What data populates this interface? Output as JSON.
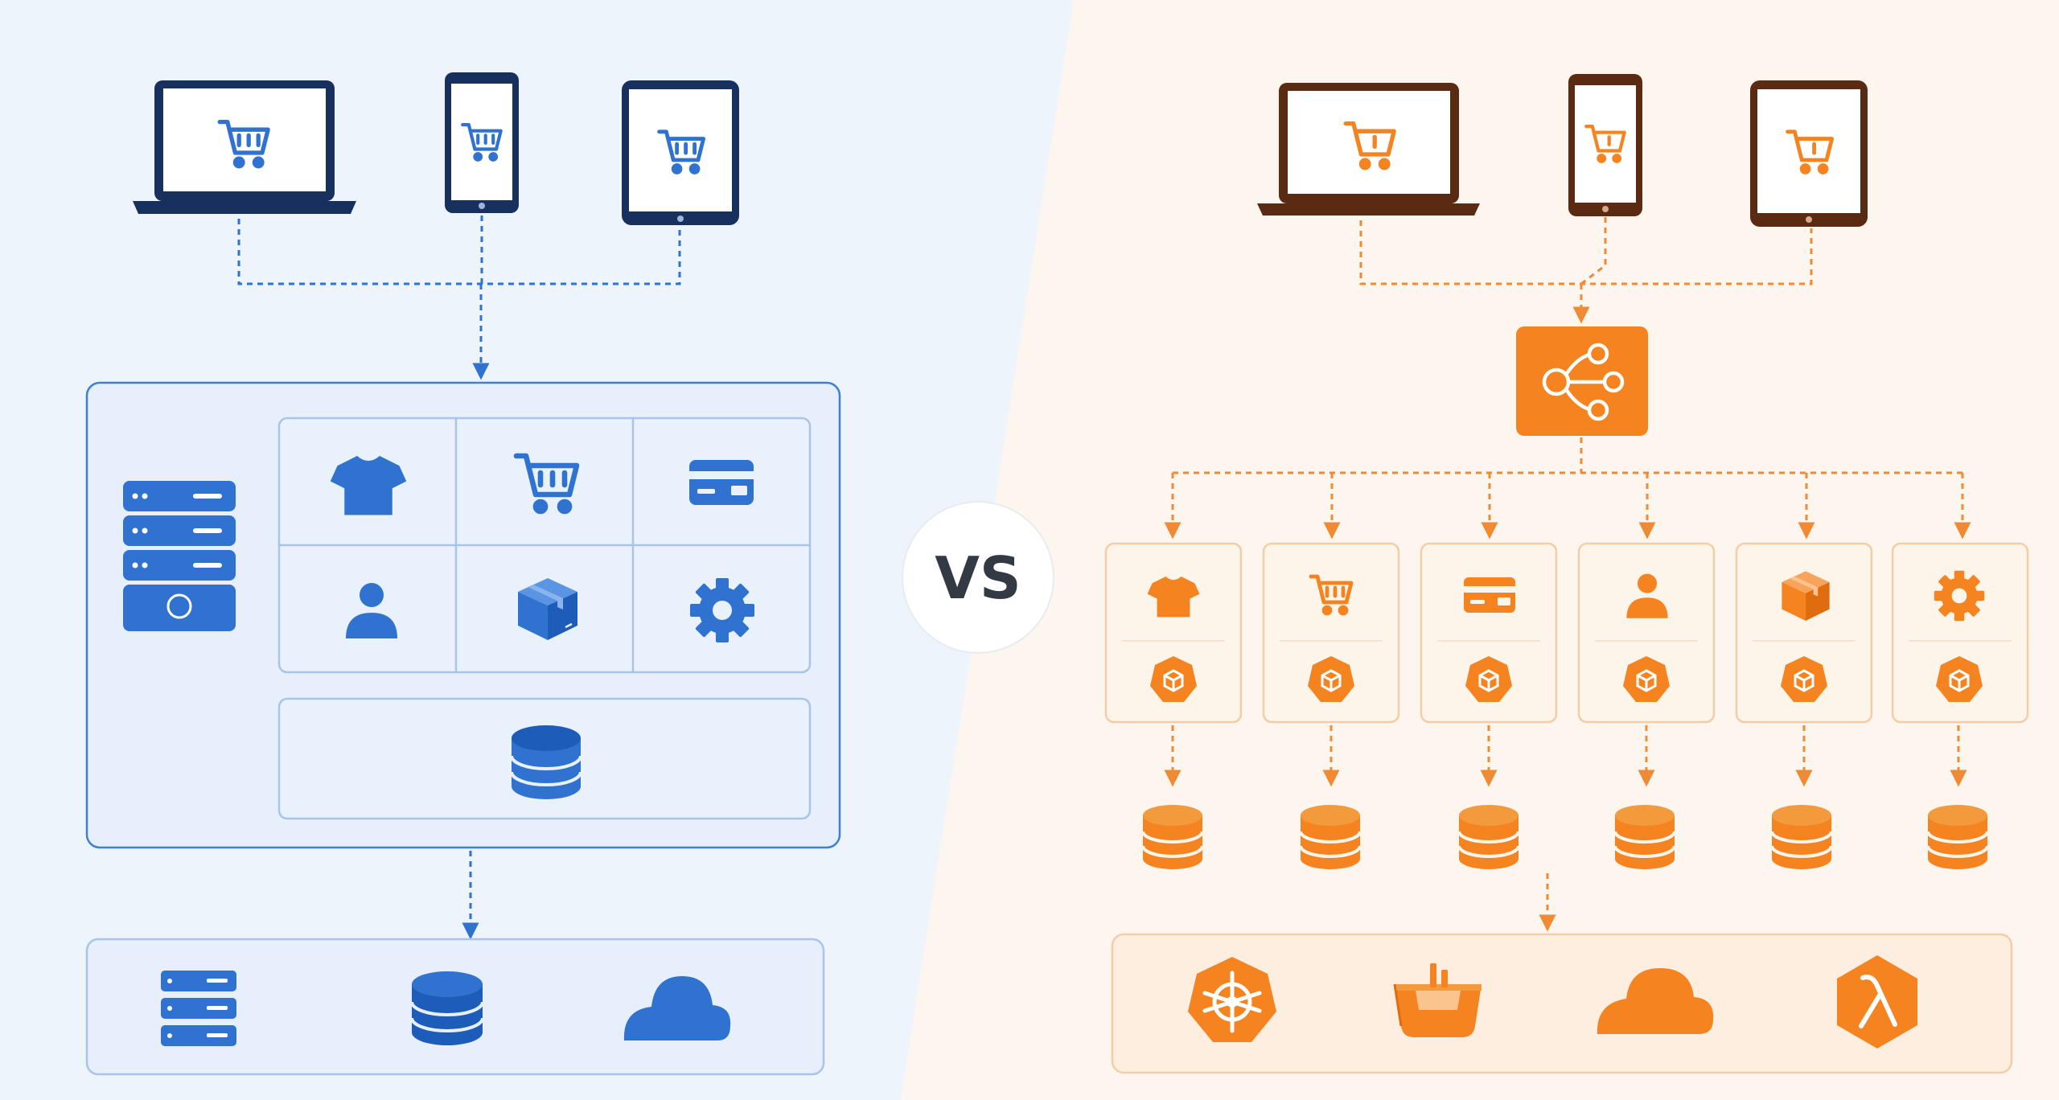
{
  "vs_label": "VS",
  "colors": {
    "left_bg": "#eef4fc",
    "right_bg": "#fdf6ee",
    "navy": "#17305e",
    "blue": "#2f72d0",
    "blue_dark": "#1d5cb8",
    "blue_panel": "#e6effb",
    "blue_border": "#3f7fd6",
    "blue_cell_border": "#a9c4ea",
    "brown": "#5b2a12",
    "orange": "#f5831f",
    "orange_db": "#f39a3d",
    "orange_border": "#f3cda8",
    "orange_panel": "#fdeedf",
    "vs_text": "#333a44"
  },
  "monolith": {
    "devices": [
      "laptop",
      "phone",
      "tablet"
    ],
    "device_screen_icon": "shopping-cart-icon",
    "server_icon": "server-rack-icon",
    "modules": [
      "t-shirt-icon",
      "shopping-cart-icon",
      "credit-card-icon",
      "user-icon",
      "package-box-icon",
      "gear-icon"
    ],
    "shared_database_icon": "database-icon",
    "infrastructure": [
      "server-icon",
      "database-icon",
      "cloud-icon"
    ]
  },
  "microservices": {
    "devices": [
      "laptop",
      "phone",
      "tablet"
    ],
    "device_screen_icon": "shopping-cart-icon",
    "gateway_icon": "share-network-icon",
    "services": [
      {
        "icon": "t-shirt-icon",
        "badge": "container-cube-icon",
        "database": "database-icon"
      },
      {
        "icon": "shopping-cart-icon",
        "badge": "container-cube-icon",
        "database": "database-icon"
      },
      {
        "icon": "credit-card-icon",
        "badge": "container-cube-icon",
        "database": "database-icon"
      },
      {
        "icon": "user-icon",
        "badge": "container-cube-icon",
        "database": "database-icon"
      },
      {
        "icon": "package-box-icon",
        "badge": "container-cube-icon",
        "database": "database-icon"
      },
      {
        "icon": "gear-icon",
        "badge": "container-cube-icon",
        "database": "database-icon"
      }
    ],
    "infrastructure": [
      "kubernetes-helm-icon",
      "storage-bucket-icon",
      "cloud-icon",
      "lambda-icon"
    ]
  }
}
